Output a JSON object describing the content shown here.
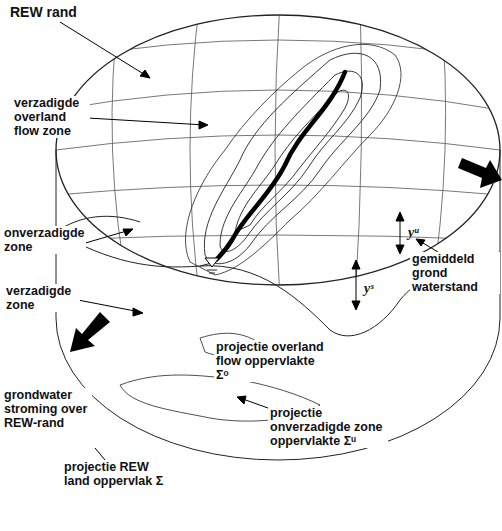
{
  "diagram": {
    "labels": [
      "REW rand",
      "verzadigde overland flow zone",
      "onverzadigde zone",
      "verzadigde zone",
      "grondwater stroming over REW-rand",
      "projectie REW land oppervlak Σ",
      "projectie onverzadigde zone oppervlakte Σᵘ",
      "projectie overland flow oppervlakte Σᵒ",
      "gemiddeld grond waterstand",
      "yᵘ",
      "yˢ"
    ]
  }
}
